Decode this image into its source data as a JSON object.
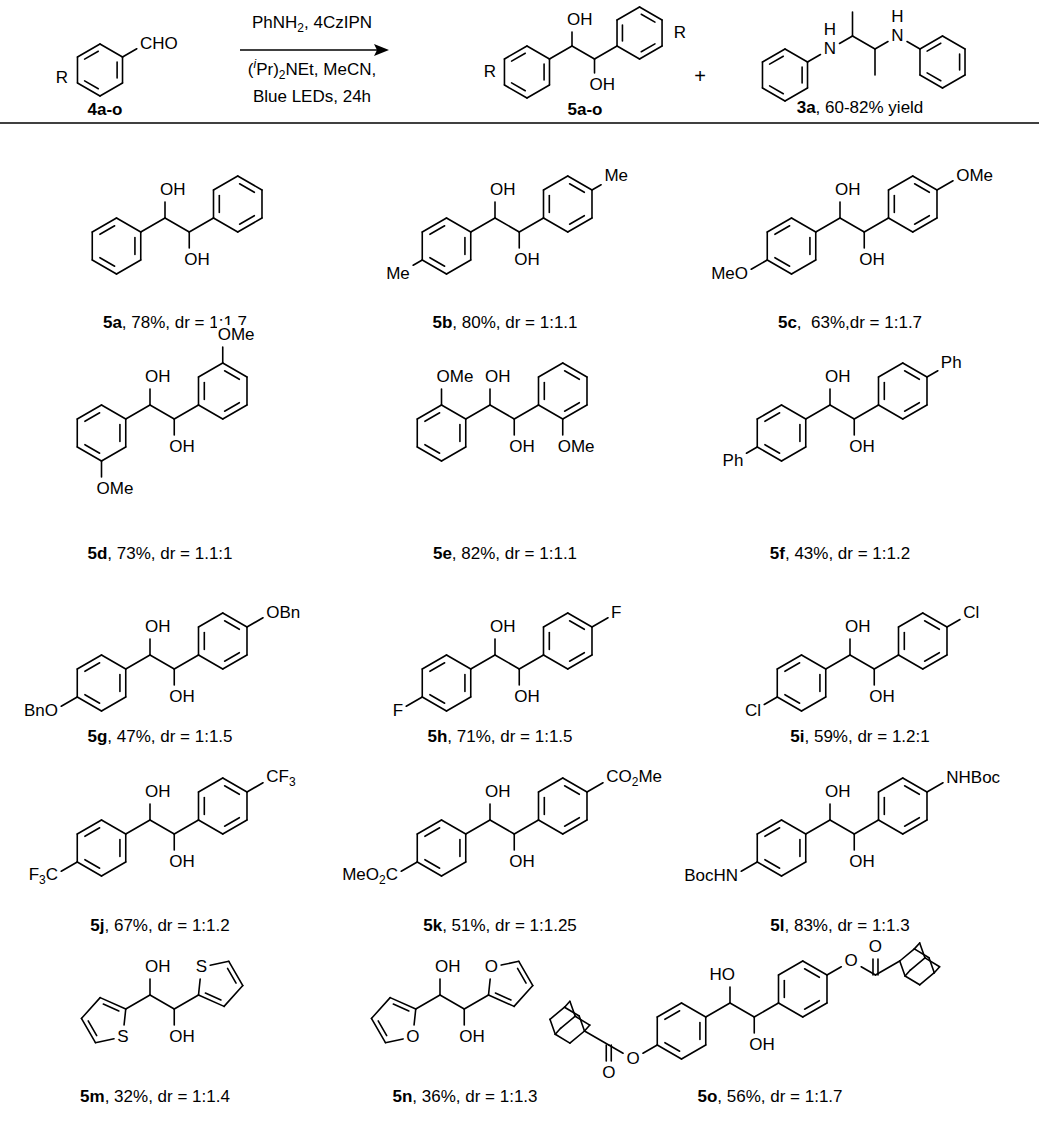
{
  "diagram": {
    "labels": [
      "R",
      "CHO",
      "4a-o",
      "PhNH",
      "2",
      ", 4CzIPN",
      "(",
      "i",
      "Pr)",
      "2",
      "NEt, MeCN,",
      "Blue LEDs, 24h",
      "R",
      "OH",
      "OH",
      "R",
      "5a-o",
      "+",
      "H",
      "N",
      "H",
      "N",
      "3a",
      ", 60-82% yield",
      "OH",
      "OH",
      "5a",
      ", 78%, dr = 1:1.7",
      "OH",
      "OH",
      "Me",
      "Me",
      "5b",
      ", 80%, dr = 1:1.1",
      "OH",
      "OH",
      "MeO",
      "OMe",
      "5c",
      ",  63%,dr = 1:1.7",
      "OH",
      "OH",
      "OMe",
      "OMe",
      "5d",
      ", 73%, dr = 1.1:1",
      "OH",
      "OH",
      "OMe",
      "OMe",
      "5e",
      ", 82%, dr = 1:1.1",
      "OH",
      "OH",
      "Ph",
      "Ph",
      "5f",
      ", 43%, dr = 1:1.2",
      "OH",
      "OH",
      "BnO",
      "OBn",
      "5g",
      ", 47%, dr = 1:1.5",
      "OH",
      "OH",
      "F",
      "F",
      "5h",
      ", 71%, dr = 1:1.5",
      "OH",
      "OH",
      "Cl",
      "Cl",
      "5i",
      ", 59%, dr = 1.2:1",
      "OH",
      "OH",
      "F",
      "3",
      "C",
      "CF",
      "3",
      "5j",
      ", 67%, dr = 1:1.2",
      "OH",
      "OH",
      "MeO",
      "2",
      "C",
      "CO",
      "2",
      "Me",
      "5k",
      ", 51%, dr = 1:1.25",
      "OH",
      "OH",
      "BocHN",
      "NHBoc",
      "5l",
      ", 83%, dr = 1:1.3",
      "OH",
      "OH",
      "S",
      "S",
      "5m",
      ", 32%, dr = 1:1.4",
      "OH",
      "OH",
      "O",
      "O",
      "5n",
      ", 36%, dr = 1:1.3",
      "HO",
      "OH",
      "O",
      "O",
      "O",
      "O",
      "5o",
      ", 56%, dr = 1:1.7"
    ]
  }
}
